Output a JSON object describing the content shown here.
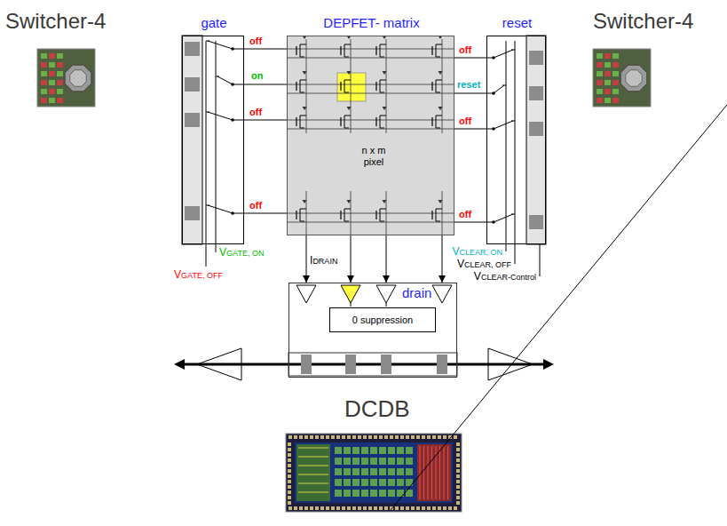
{
  "diagram": {
    "nodes": [
      {
        "text": [
          "gate"
        ]
      },
      {
        "text": [
          "DEPFET- matrix",
          "n x m pixel"
        ]
      },
      {
        "text": [
          "reset"
        ]
      },
      {
        "text": [
          "drain"
        ]
      },
      {
        "text": [
          "0 suppression"
        ],
        "in": 3
      }
    ],
    "edges": [
      {
        "from": 0,
        "to": 1,
        "arrow": "none"
      },
      {
        "from": 2,
        "to": 1,
        "arrow": "none"
      },
      {
        "from": 1,
        "to": 3,
        "arrow": "to"
      }
    ],
    "labels": [
      "Switcher-4",
      "Switcher-4",
      "off",
      "on",
      "off",
      "off",
      "off",
      "reset",
      "off",
      "off",
      "VGATE, OFF",
      "VGATE, ON",
      "IDRAIN",
      "VCLEAR, ON",
      "VCLEAR, OFF",
      "VCLEAR-Control",
      "DCDB"
    ]
  }
}
